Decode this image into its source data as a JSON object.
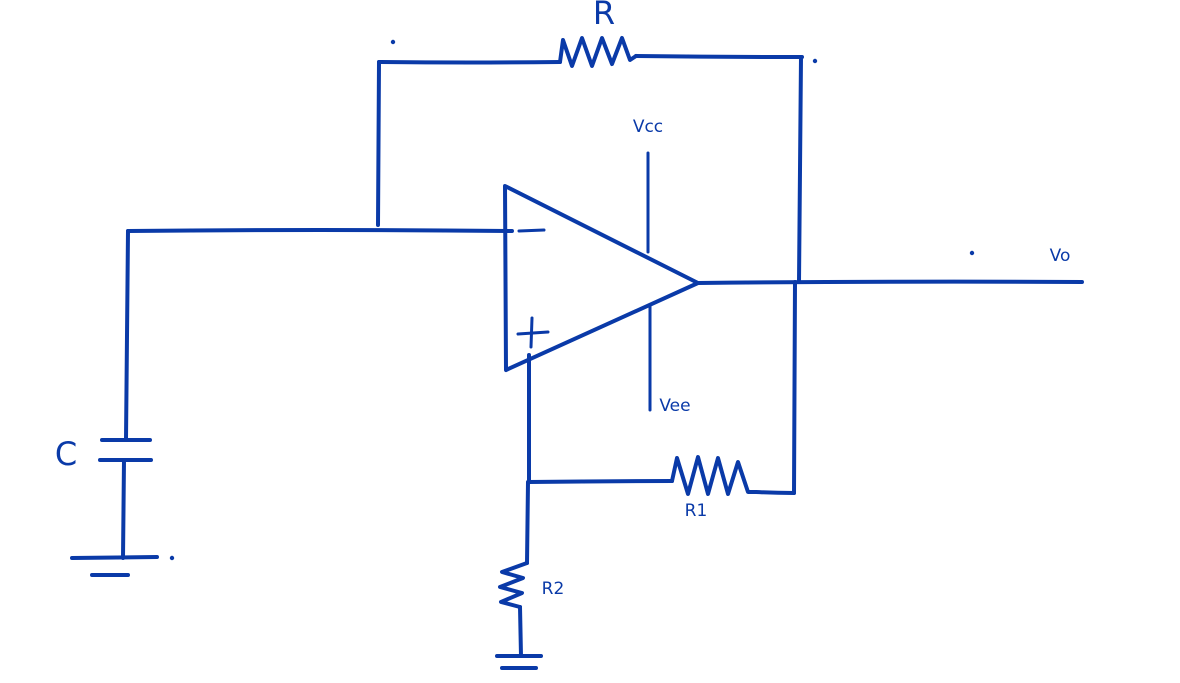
{
  "diagram": {
    "ink_color": "#0a3aa8",
    "labels": {
      "resistor_top": "R",
      "vcc": "Vcc",
      "vee": "Vee",
      "output": "Vo",
      "capacitor": "C",
      "resistor_feedback": "R1",
      "resistor_ground": "R2",
      "inverting_input": "−",
      "noninverting_input": "+"
    }
  }
}
